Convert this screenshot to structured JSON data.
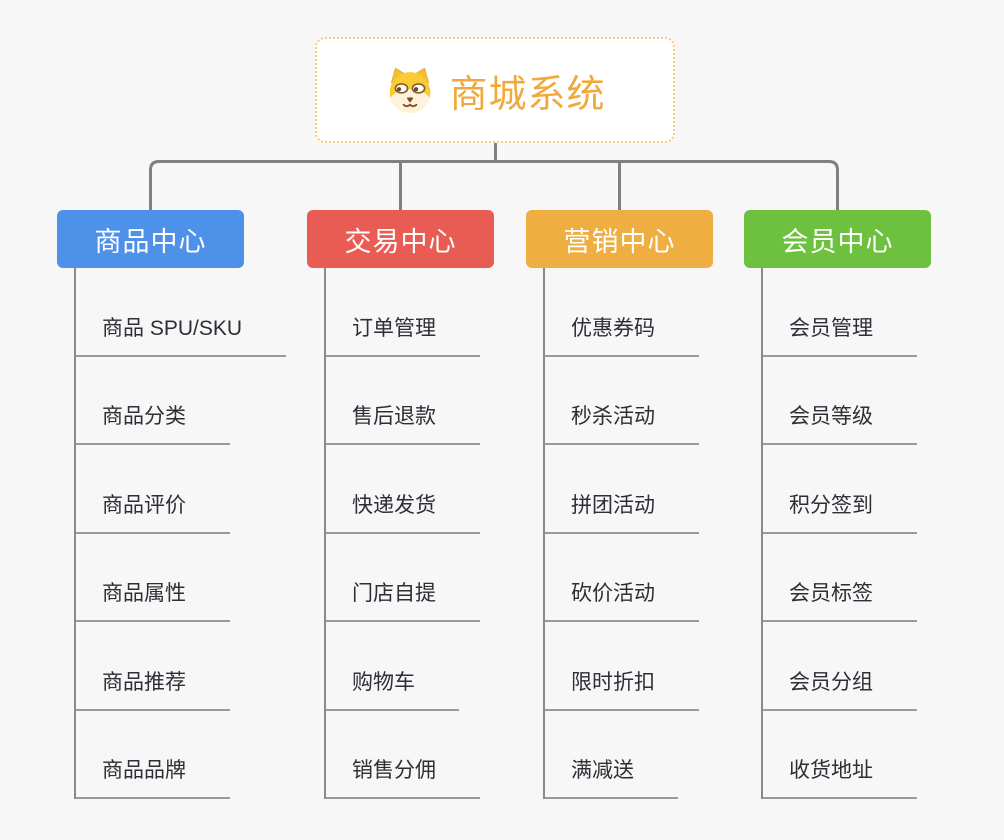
{
  "page": {
    "background_color": "#f7f7f7",
    "connector_color": "#808080"
  },
  "root": {
    "title": "商城系统",
    "icon": "dog-face-icon",
    "text_color": "#f0a93c",
    "border_color": "#f8ca7e"
  },
  "branches": [
    {
      "id": "product-center",
      "label": "商品中心",
      "color": "#4d92e8",
      "items": [
        "商品 SPU/SKU",
        "商品分类",
        "商品评价",
        "商品属性",
        "商品推荐",
        "商品品牌"
      ]
    },
    {
      "id": "trade-center",
      "label": "交易中心",
      "color": "#e95c54",
      "items": [
        "订单管理",
        "售后退款",
        "快递发货",
        "门店自提",
        "购物车",
        "销售分佣"
      ]
    },
    {
      "id": "marketing-center",
      "label": "营销中心",
      "color": "#efae41",
      "items": [
        "优惠券码",
        "秒杀活动",
        "拼团活动",
        "砍价活动",
        "限时折扣",
        "满减送"
      ]
    },
    {
      "id": "member-center",
      "label": "会员中心",
      "color": "#6dc13e",
      "items": [
        "会员管理",
        "会员等级",
        "积分签到",
        "会员标签",
        "会员分组",
        "收货地址"
      ]
    }
  ]
}
